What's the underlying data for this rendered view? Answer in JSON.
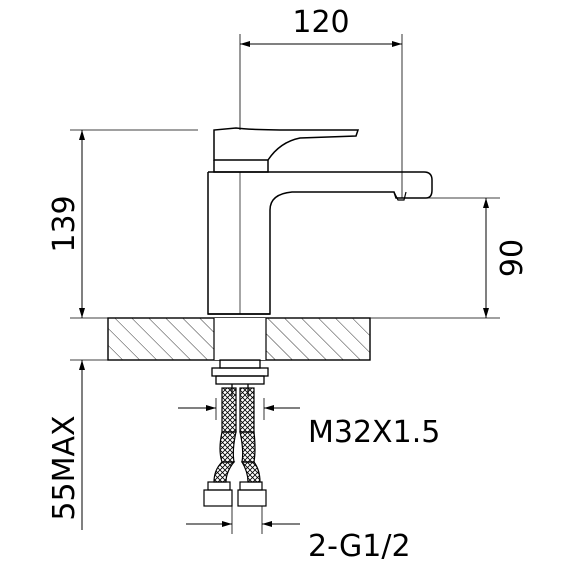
{
  "dimensions": {
    "width_label": "120",
    "height_label": "139",
    "spout_height_label": "90",
    "mount_depth_label": "55MAX",
    "thread_label": "M32X1.5",
    "hose_label": "2-G1/2"
  },
  "colors": {
    "line": "#000000",
    "background": "#ffffff"
  }
}
